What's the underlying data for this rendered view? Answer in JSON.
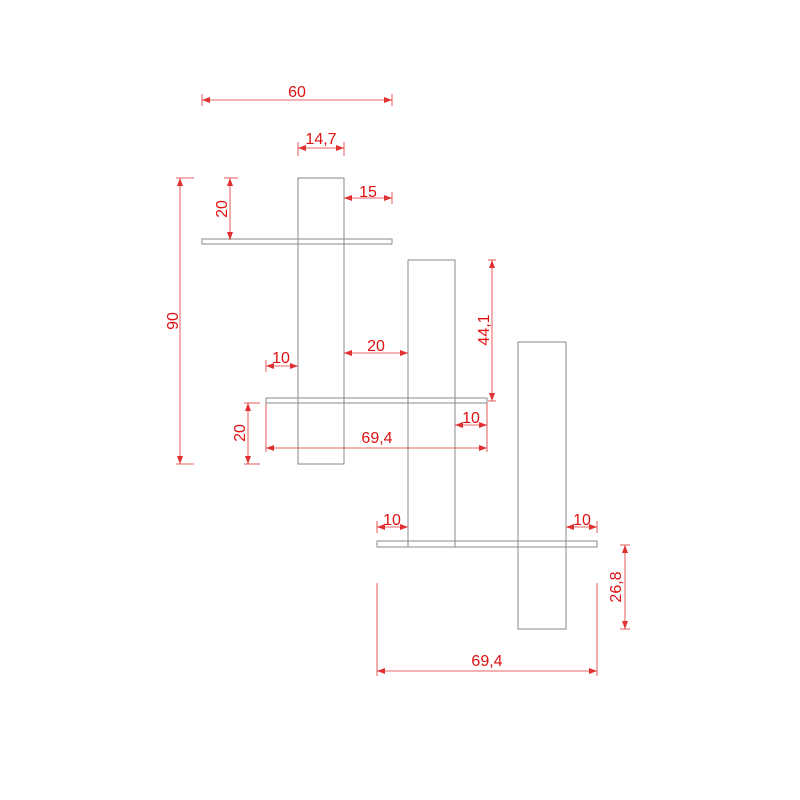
{
  "drawing": {
    "colors": {
      "part_line": "#8a8a8a",
      "dimension": "#e01010"
    },
    "dimensions": {
      "overall_width_top": "60",
      "upright_width": "14,7",
      "top_shelf_overhang": "15",
      "top_shelf_offset": "20",
      "overall_height": "90",
      "upright_gap": "20",
      "middle_shelf_left_overhang": "10",
      "middle_upright_height": "44,1",
      "middle_shelf_right_overhang": "10",
      "middle_shelf_width": "69,4",
      "middle_shelf_drop": "20",
      "bottom_shelf_left_overhang": "10",
      "bottom_shelf_right_overhang": "10",
      "bottom_upright_drop": "26,8",
      "bottom_shelf_width": "69,4"
    }
  }
}
